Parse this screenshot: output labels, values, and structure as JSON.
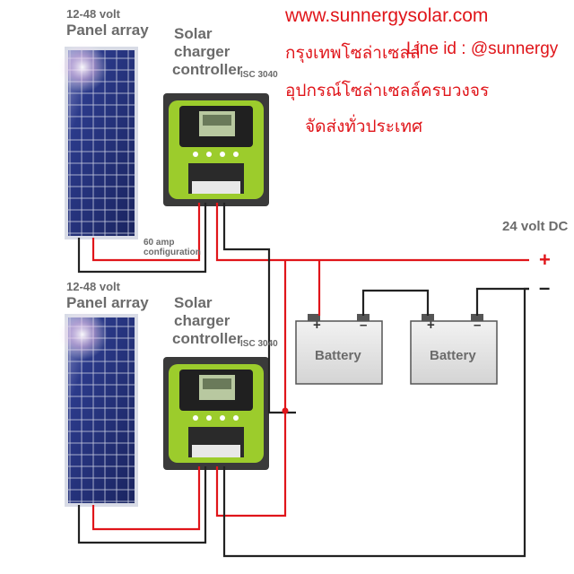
{
  "website": "www.sunnergysolar.com",
  "thai_line1": "กรุงเทพโซล่าเซลล์",
  "line_id": "Line id : @sunnergy",
  "thai_line2": "อุปกรณ์โซล่าเซลล์ครบวงจร",
  "thai_line3": "จัดส่งทั่วประเทศ",
  "panels": [
    {
      "voltage": "12-48 volt",
      "title": "Panel array"
    },
    {
      "voltage": "12-48 volt",
      "title": "Panel array"
    }
  ],
  "controllers": [
    {
      "title_line1": "Solar",
      "title_line2": "charger",
      "title_line3": "controller",
      "model": "ISC 3040"
    },
    {
      "title_line1": "Solar",
      "title_line2": "charger",
      "title_line3": "controller",
      "model": "ISC 3040"
    }
  ],
  "amp_note_line1": "60 amp",
  "amp_note_line2": "configuration",
  "output_label": "24 volt DC",
  "plus_sign": "+",
  "minus_sign": "–",
  "batteries": [
    {
      "label": "Battery",
      "pos": "+",
      "neg": "–"
    },
    {
      "label": "Battery",
      "pos": "+",
      "neg": "–"
    }
  ],
  "colors": {
    "positive_wire": "#e0151a",
    "negative_wire": "#222222",
    "controller_green": "#9ccc2c",
    "label_gray": "#6b6b6b",
    "header_red": "#e0151a"
  }
}
